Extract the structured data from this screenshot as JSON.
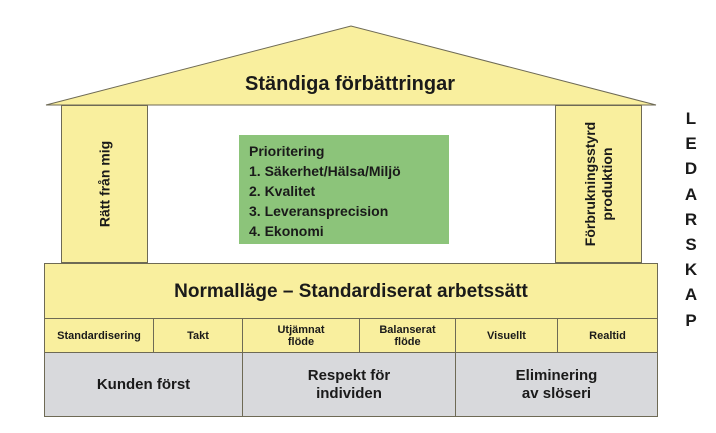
{
  "colors": {
    "yellow": "#f9ef9e",
    "green": "#8cc47a",
    "gray": "#d8d9dc",
    "border": "#6e6a55"
  },
  "roof": {
    "title": "Ständiga förbättringar"
  },
  "pillars": {
    "left": "Rätt från mig",
    "right_line1": "Förbrukningsstyrd",
    "right_line2": "produktion"
  },
  "priorities": {
    "heading": "Prioritering",
    "items": [
      "1. Säkerhet/Hälsa/Miljö",
      "2. Kvalitet",
      "3. Leveransprecision",
      "4. Ekonomi"
    ]
  },
  "foundation": {
    "title": "Normalläge – Standardiserat arbetssätt"
  },
  "methods": [
    {
      "line1": "Standardisering",
      "line2": ""
    },
    {
      "line1": "Takt",
      "line2": ""
    },
    {
      "line1": "Utjämnat",
      "line2": "flöde"
    },
    {
      "line1": "Balanserat",
      "line2": "flöde"
    },
    {
      "line1": "Visuellt",
      "line2": ""
    },
    {
      "line1": "Realtid",
      "line2": ""
    }
  ],
  "base": [
    {
      "line1": "Kunden först",
      "line2": ""
    },
    {
      "line1": "Respekt för",
      "line2": "individen"
    },
    {
      "line1": "Eliminering",
      "line2": "av slöseri"
    }
  ],
  "leadership": [
    "L",
    "E",
    "D",
    "A",
    "R",
    "S",
    "K",
    "A",
    "P"
  ]
}
